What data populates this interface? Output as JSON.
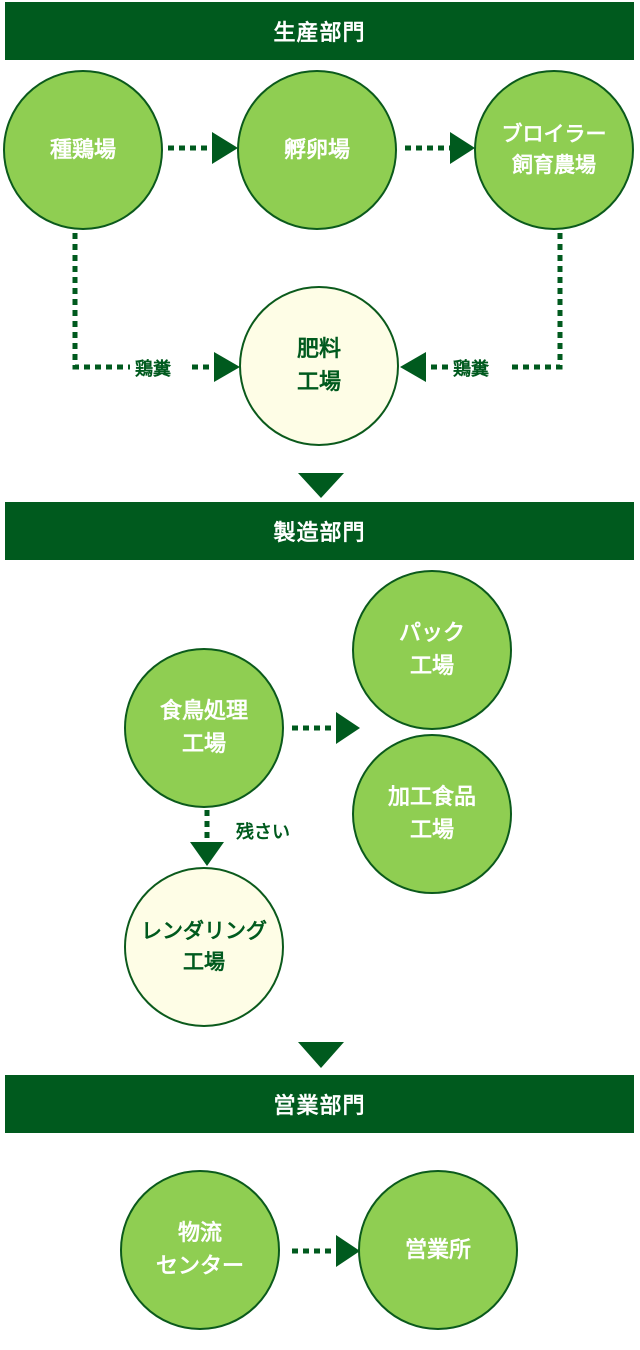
{
  "sections": {
    "production": "生産部門",
    "manufacturing": "製造部門",
    "sales": "営業部門"
  },
  "nodes": {
    "breeder_farm": "種鶏場",
    "hatchery": "孵卵場",
    "broiler_farm": "ブロイラー\n飼育農場",
    "fertilizer_plant": "肥料\n工場",
    "processing_plant": "食鳥処理\n工場",
    "pack_plant": "パック\n工場",
    "food_processing_plant": "加工食品\n工場",
    "rendering_plant": "レンダリング\n工場",
    "logistics_center": "物流\nセンター",
    "sales_office": "営業所"
  },
  "edge_labels": {
    "manure_left": "鶏糞",
    "manure_right": "鶏糞",
    "residue": "残さい"
  },
  "colors": {
    "banner": "#005a1e",
    "node_green": "#8fce52",
    "node_cream": "#fefde6",
    "arrow": "#005a1e"
  }
}
